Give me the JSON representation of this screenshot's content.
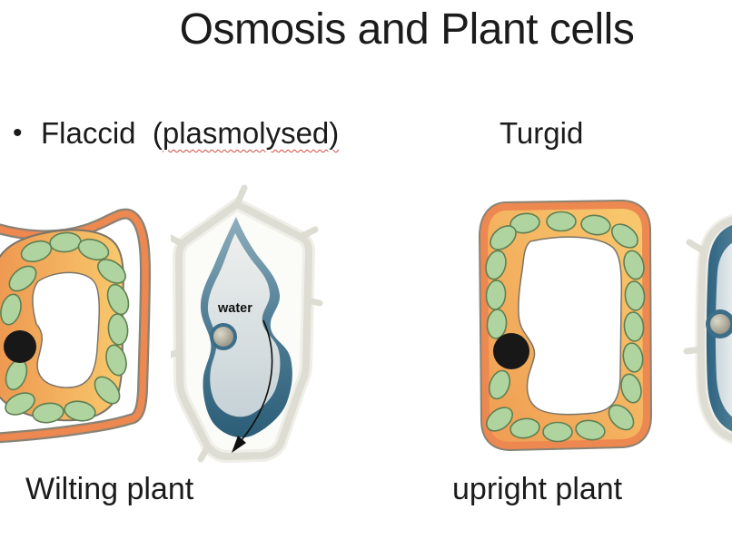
{
  "slide": {
    "title": "Osmosis and Plant cells",
    "bullet": {
      "marker": "•",
      "prefix": "Flaccid  (",
      "underlined": "plasmolysed)"
    },
    "turgid_heading": "Turgid",
    "captions": {
      "left": "Wilting plant",
      "right": "upright plant"
    }
  },
  "diagram_labels": {
    "water": "water"
  },
  "colors": {
    "background": "#ffffff",
    "text": "#1b1b1b",
    "spellcheck_underline": "#d04a42",
    "cell_wall_orange": "#EC8850",
    "cell_wall_outline": "#8A8274",
    "cytoplasm_yellow": "#F8C96C",
    "cytoplasm_orange": "#EF9A50",
    "chloroplast_green": "#AFD4A0",
    "chloroplast_outline": "#5F7F52",
    "nucleus_black": "#181818",
    "membrane_blue_dark": "#2C5E78",
    "membrane_blue_light": "#8FAFBC",
    "cell_interior_blue_grey": "#D9E1E4",
    "cell_wall_grey": "#DEDDD4",
    "nucleus_grey": "#8E8A7C"
  }
}
